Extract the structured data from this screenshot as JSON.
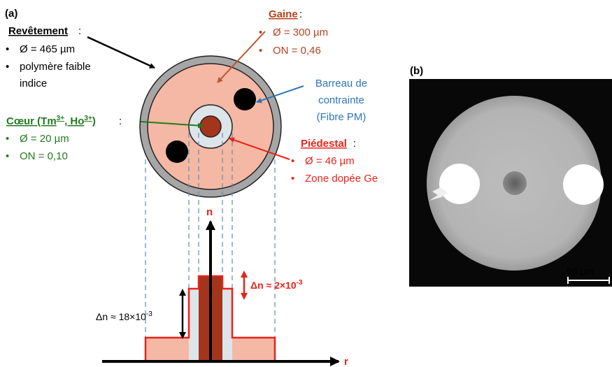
{
  "panel_a": {
    "label": "(a)",
    "revetement": {
      "title": "Revêtement",
      "suffix": " :",
      "bullets": [
        "Ø = 465 µm",
        "polymère faible",
        "indice"
      ]
    },
    "gaine": {
      "title": "Gaine",
      "suffix": " :",
      "bullets": [
        "Ø = 300 µm",
        "ON = 0,46"
      ]
    },
    "barreau": {
      "lines": [
        "Barreau de",
        "contrainte",
        "(Fibre PM)"
      ]
    },
    "coeur": {
      "title_main": "Cœur (Tm",
      "sup1": "3+",
      "title_mid": ", Ho",
      "sup2": "3+",
      "title_end": ")",
      "suffix": " :",
      "bullets": [
        "Ø = 20 µm",
        "ON = 0,10"
      ]
    },
    "piedestal": {
      "title": "Piédestal",
      "suffix": " :",
      "bullets": [
        "Ø = 46 µm",
        "Zone dopée Ge"
      ]
    },
    "axis_n": "n",
    "axis_r": "r",
    "delta_core": {
      "text": "Δn ≈ 2×10",
      "exp": "-3"
    },
    "delta_ped": {
      "text": "Δn ≈ 18×10",
      "exp": "-3"
    }
  },
  "panel_b": {
    "label": "(b)",
    "scale_bar": "50 µm"
  },
  "colors": {
    "revetement": "#a6a6a6",
    "gaine": "#f4b8a4",
    "core": "#a4351d",
    "gaine_text": "#b5431c",
    "coeur_text": "#217a1f",
    "barreau_text": "#2e75b6",
    "piedestal_text": "#e8231a"
  }
}
